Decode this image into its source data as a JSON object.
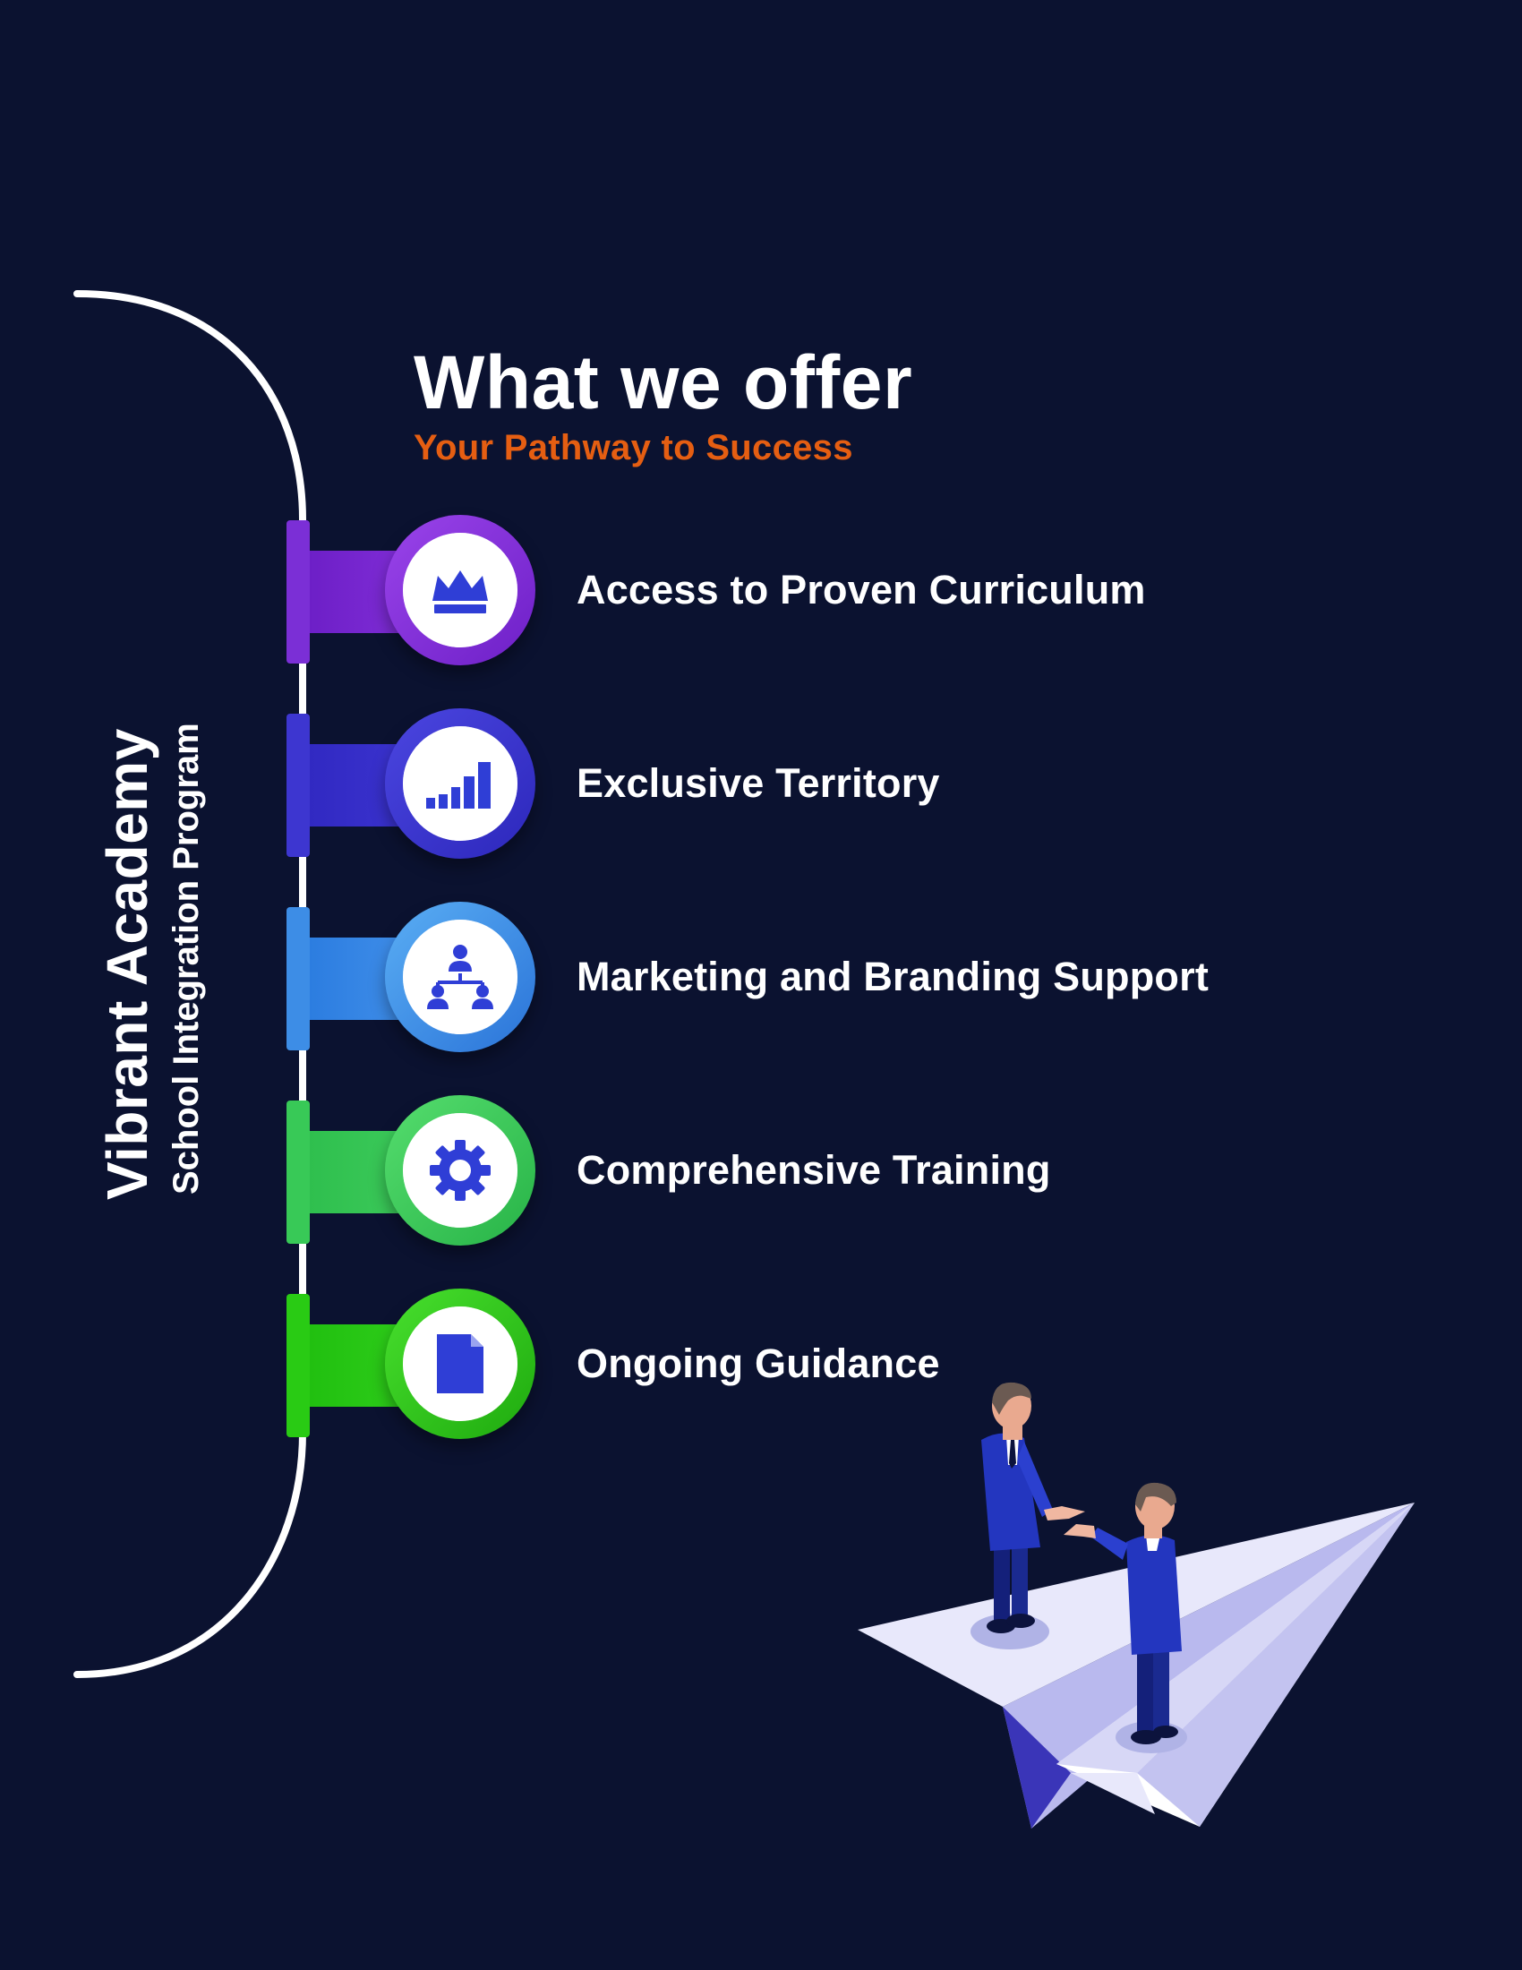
{
  "brand": {
    "title": "Vibrant Academy",
    "subtitle": "School Integration Program"
  },
  "header": {
    "title": "What we offer",
    "tagline": "Your Pathway to Success"
  },
  "offerings": [
    {
      "label": "Access to Proven Curriculum",
      "icon": "crown-icon",
      "color": "#7b2fd6"
    },
    {
      "label": "Exclusive Territory",
      "icon": "bar-chart-icon",
      "color": "#3d36d0"
    },
    {
      "label": "Marketing and Branding Support",
      "icon": "org-chart-icon",
      "color": "#3d8de6"
    },
    {
      "label": "Comprehensive Training",
      "icon": "gear-icon",
      "color": "#38c957"
    },
    {
      "label": "Ongoing Guidance",
      "icon": "document-icon",
      "color": "#29cb14"
    }
  ],
  "colors": {
    "background": "#0b1230",
    "accent": "#e55e12",
    "text": "#ffffff",
    "icon": "#2f3ed6"
  }
}
